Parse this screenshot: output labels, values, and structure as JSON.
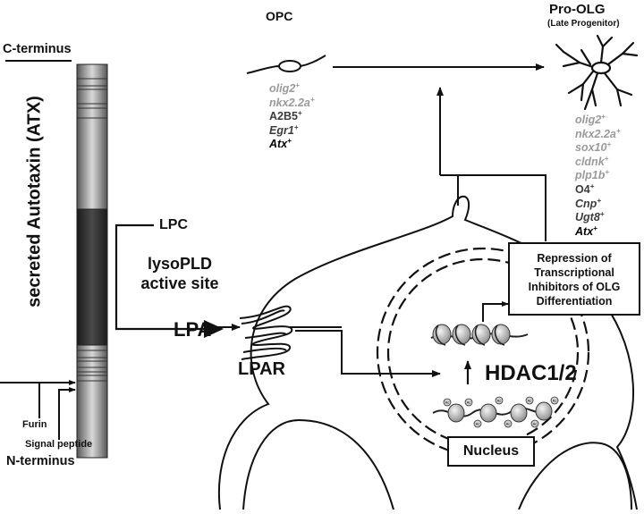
{
  "title_opc": "OPC",
  "title_prooligo": "Pro-OLG",
  "subtitle_prooligo": "(Late Progenitor)",
  "c_terminus": "C-terminus",
  "n_terminus": "N-terminus",
  "atx_label": "secreted  Autotaxin (ATX)",
  "furin": "Furin",
  "signal_peptide": "Signal peptide",
  "lpc": "LPC",
  "lysopld_line1": "lysoPLD",
  "lysopld_line2": "active site",
  "lpa": "LPA",
  "lpar": "LPAR",
  "hdac": "HDAC1/2",
  "nucleus": "Nucleus",
  "repression": [
    "Repression of",
    "Transcriptional",
    "Inhibitors of OLG",
    "Differentiation"
  ],
  "ac_mark": "Ac",
  "opc_markers": [
    {
      "name": "olig2",
      "sup": "+",
      "style": "g"
    },
    {
      "name": "nkx2.2a",
      "sup": "+",
      "style": "g"
    },
    {
      "name": "A2B5",
      "sup": "+",
      "style": "d"
    },
    {
      "name": "Egr1",
      "sup": "+",
      "style": "di"
    },
    {
      "name": "Atx",
      "sup": "+",
      "style": "b"
    }
  ],
  "prooligo_markers": [
    {
      "name": "olig2",
      "sup": "+",
      "style": "g"
    },
    {
      "name": "nkx2.2a",
      "sup": "+",
      "style": "g"
    },
    {
      "name": "sox10",
      "sup": "+",
      "style": "g"
    },
    {
      "name": "cldnk",
      "sup": "+",
      "style": "g"
    },
    {
      "name": "plp1b",
      "sup": "+",
      "style": "g"
    },
    {
      "name": "O4",
      "sup": "+",
      "style": "d"
    },
    {
      "name": "Cnp",
      "sup": "+",
      "style": "di"
    },
    {
      "name": "Ugt8",
      "sup": "+",
      "style": "di"
    },
    {
      "name": "Atx",
      "sup": "+",
      "style": "b"
    }
  ]
}
